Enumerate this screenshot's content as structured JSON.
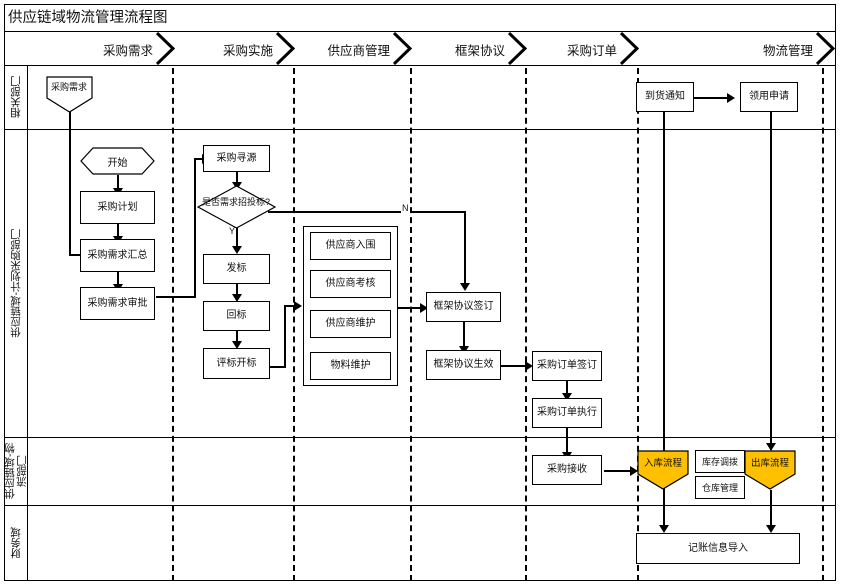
{
  "title": "供应链域物流管理流程图",
  "header": {
    "phases": [
      {
        "label": "采购需求"
      },
      {
        "label": "采购实施"
      },
      {
        "label": "供应商管理"
      },
      {
        "label": "框架协议"
      },
      {
        "label": "采购订单"
      },
      {
        "label": "物流管理"
      }
    ]
  },
  "lanes": [
    {
      "label": "相关部门"
    },
    {
      "label": "供应链域-计划采购部门"
    },
    {
      "label": "供应链域-物流部门"
    },
    {
      "label": "财务域"
    }
  ],
  "nodes": {
    "demand_start": "采购需求",
    "start": "开始",
    "purchase_plan": "采购计划",
    "demand_summary": "采购需求汇总",
    "demand_approval": "采购需求审批",
    "sourcing": "采购寻源",
    "decision_bid": "是否需求招投标?",
    "issue_bid": "发标",
    "return_bid": "回标",
    "evaluate_bid": "评标开标",
    "supplier_shortlist": "供应商入围",
    "supplier_assess": "供应商考核",
    "supplier_maintain": "供应商维护",
    "material_maintain": "物料维护",
    "agreement_sign": "框架协议签订",
    "agreement_effective": "框架协议生效",
    "order_sign": "采购订单签订",
    "order_execute": "采购订单执行",
    "order_receive": "采购接收",
    "arrival_notice": "到货通知",
    "requisition": "领用申请",
    "inbound_process": "入库流程",
    "outbound_process": "出库流程",
    "stock_transfer": "库存调拨",
    "warehouse_mgmt": "仓库管理",
    "accounting_import": "记账信息导入"
  },
  "edge_labels": {
    "yes": "Y",
    "no": "N"
  },
  "colors": {
    "highlight": "#FFC000",
    "line": "#000000",
    "background": "#FFFFFF"
  }
}
